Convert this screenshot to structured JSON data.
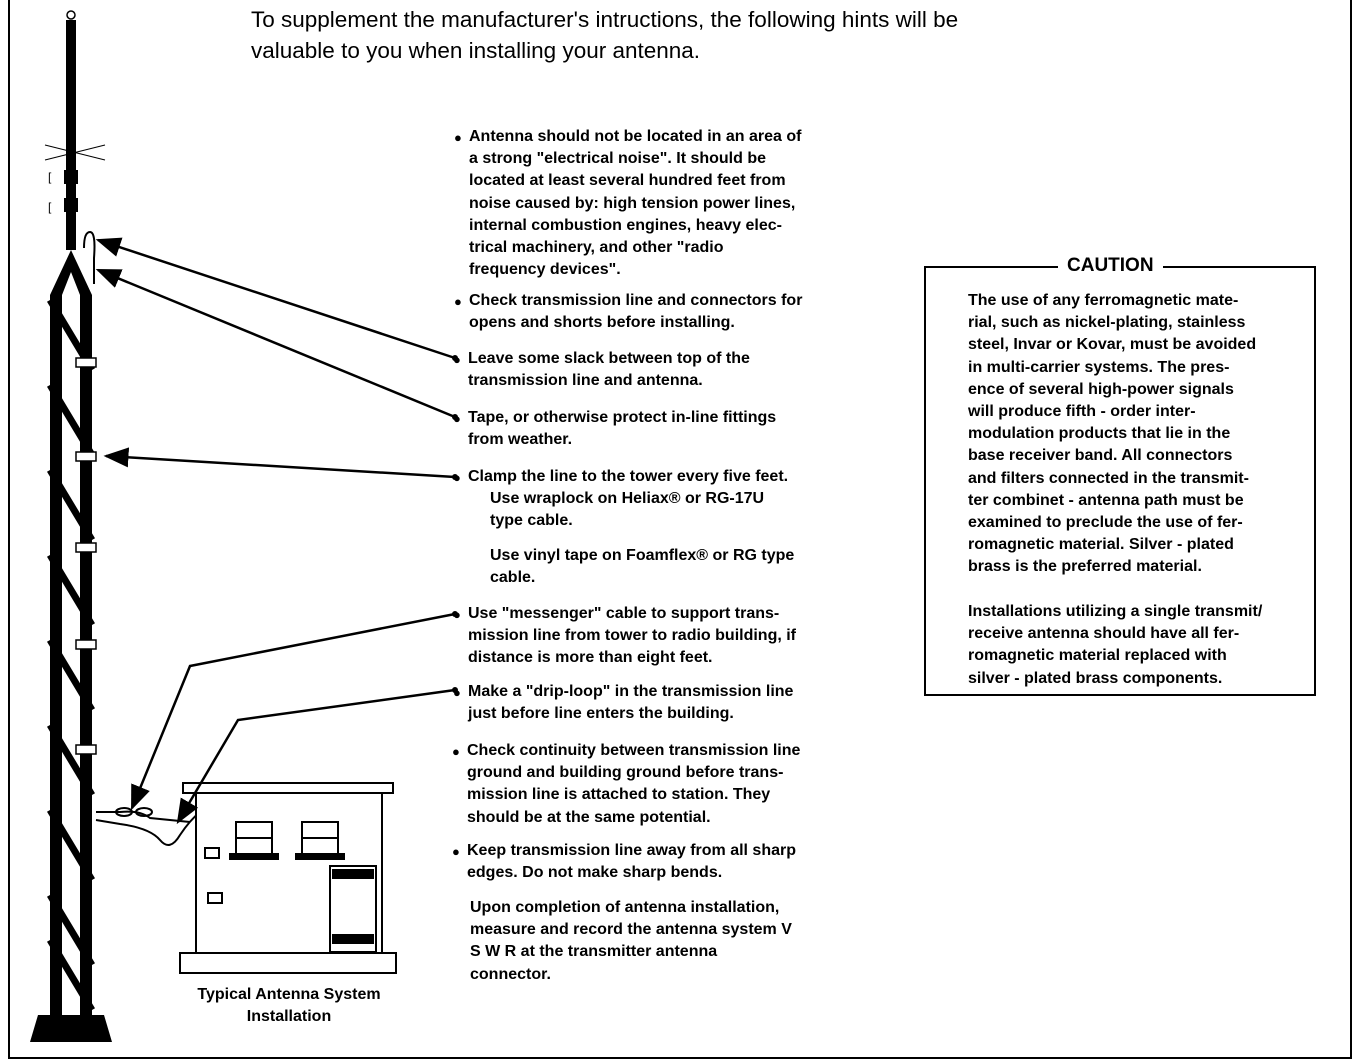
{
  "intro": {
    "line1": "To supplement the manufacturer's intructions, the following hints will be",
    "line2": "valuable to you when installing your antenna."
  },
  "hints": [
    {
      "lines": [
        "Antenna should not be located in an area of",
        "a strong \"electrical noise\". It should be",
        "located at least several hundred feet from",
        "noise caused by: high tension power lines,",
        "internal combustion engines, heavy elec-",
        "trical machinery, and other \"radio",
        "frequency devices\"."
      ]
    },
    {
      "lines": [
        "Check transmission line and connectors for",
        "opens and shorts before installing."
      ]
    },
    {
      "lines": [
        "Leave some slack between top of the",
        "transmission line and antenna."
      ]
    },
    {
      "lines": [
        "Tape, or otherwise protect in-line fittings",
        "from weather."
      ]
    },
    {
      "lines": [
        "Clamp the line to the tower every five feet."
      ],
      "sub1": [
        "Use wraplock on Heliax® or RG-17U",
        "type cable."
      ],
      "sub2": [
        "Use vinyl tape on Foamflex® or RG type",
        "cable."
      ]
    },
    {
      "lines": [
        "Use \"messenger\" cable to support trans-",
        "mission line from tower to radio building, if",
        "distance is more than eight feet."
      ]
    },
    {
      "lines": [
        "Make a \"drip-loop\" in the transmission line",
        "just before line enters the building."
      ]
    },
    {
      "lines": [
        "Check continuity between transmission line",
        "ground and building ground before trans-",
        "mission line is attached to station. They",
        "should be at the same potential."
      ]
    },
    {
      "lines": [
        "Keep transmission line away from all sharp",
        "edges. Do not make sharp bends."
      ]
    }
  ],
  "completion": {
    "lines": [
      "Upon completion of antenna installation,",
      "measure and record the antenna system V",
      "S W R at the transmitter antenna",
      "connector."
    ]
  },
  "caution": {
    "title": "CAUTION",
    "para1": [
      "The use of any ferromagnetic mate-",
      "rial, such as nickel-plating, stainless",
      "steel, Invar or Kovar, must be avoided",
      "in multi-carrier systems. The pres-",
      "ence of several high-power signals",
      "will produce fifth - order inter-",
      "modulation products that lie in the",
      "base receiver band. All connectors",
      "and filters connected in the transmit-",
      "ter combinet - antenna path must be",
      "examined to preclude the use of fer-",
      "romagnetic material. Silver - plated",
      "brass is the preferred material."
    ],
    "para2": [
      "Installations utilizing a single transmit/",
      "receive antenna should have all fer-",
      "romagnetic material replaced with",
      "silver - plated brass components."
    ]
  },
  "caption": {
    "line1": "Typical  Antenna System",
    "line2": "Installation"
  }
}
